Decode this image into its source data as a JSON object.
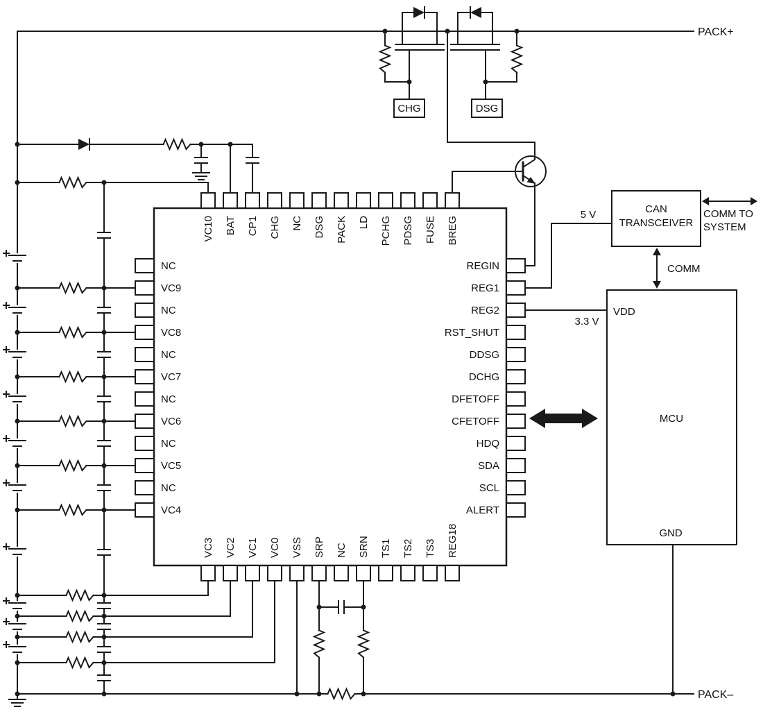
{
  "rails": {
    "pack_plus": "PACK+",
    "pack_minus": "PACK–"
  },
  "fets": {
    "chg": "CHG",
    "dsg": "DSG"
  },
  "ic": {
    "top_pins": [
      "VC10",
      "BAT",
      "CP1",
      "CHG",
      "NC",
      "DSG",
      "PACK",
      "LD",
      "PCHG",
      "PDSG",
      "FUSE",
      "BREG"
    ],
    "left_pins": [
      "NC",
      "VC9",
      "NC",
      "VC8",
      "NC",
      "VC7",
      "NC",
      "VC6",
      "NC",
      "VC5",
      "NC",
      "VC4"
    ],
    "right_pins": [
      "REGIN",
      "REG1",
      "REG2",
      "RST_SHUT",
      "DDSG",
      "DCHG",
      "DFETOFF",
      "CFETOFF",
      "HDQ",
      "SDA",
      "SCL",
      "ALERT"
    ],
    "bottom_pins": [
      "VC3",
      "VC2",
      "VC1",
      "VC0",
      "VSS",
      "SRP",
      "NC",
      "SRN",
      "TS1",
      "TS2",
      "TS3",
      "REG18"
    ]
  },
  "right_side": {
    "can_line1": "CAN",
    "can_line2": "TRANSCEIVER",
    "comm_to_line1": "COMM TO",
    "comm_to_line2": "SYSTEM",
    "comm": "COMM",
    "rail_5v": "5 V",
    "rail_3v3": "3.3 V",
    "mcu": "MCU",
    "vdd": "VDD",
    "gnd": "GND"
  }
}
